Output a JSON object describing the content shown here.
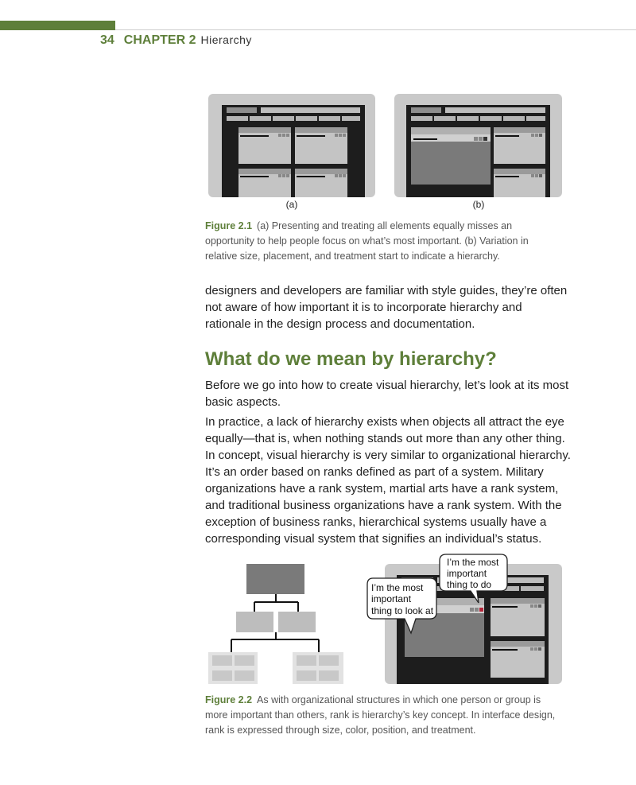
{
  "running_head": {
    "page": "34",
    "chapter": "CHAPTER 2",
    "section": "Hierarchy"
  },
  "figure1": {
    "label_a": "(a)",
    "label_b": "(b)",
    "caption_label": "Figure 2.1",
    "caption_text": "(a) Presenting and treating all elements equally misses an opportunity to help people focus on what’s most important. (b) Variation in relative size, placement, and treatment start to indicate a hierarchy."
  },
  "paragraph1": "designers and developers are familiar with style guides, they’re often not aware of how important it is to incorporate hierarchy and rationale in the design process and documentation.",
  "heading": "What do we mean by hierarchy?",
  "paragraph2": "Before we go into how to create visual hierarchy, let’s look at its most basic aspects.",
  "paragraph3": "In practice, a lack of hierarchy exists when objects all attract the eye equally—that is, when nothing stands out more than any other thing. In concept, visual hierarchy is very similar to organizational hierarchy. It’s an order based on ranks defined as part of a system. Military organizations have a rank system, martial arts have a rank system, and traditional business organizations have a rank system. With the exception of business ranks, hierarchical systems usually have a corresponding visual system that signifies an individual’s status.",
  "figure2": {
    "bubble_look": [
      "I’m the most",
      "important",
      "thing to look at"
    ],
    "bubble_do": [
      "I’m the most",
      "important",
      "thing to do"
    ],
    "caption_label": "Figure 2.2",
    "caption_text": "As with organizational structures in which one person or group is more important than others, rank is hierarchy’s key concept. In interface design, rank is expressed through size, color, position, and treatment."
  }
}
